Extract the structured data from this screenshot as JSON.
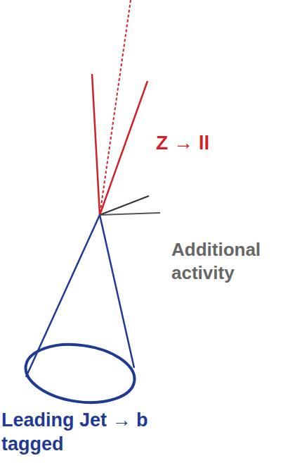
{
  "diagram": {
    "labels": [
      "Z → ll",
      "Additional activity",
      "Leading Jet → b tagged"
    ]
  }
}
